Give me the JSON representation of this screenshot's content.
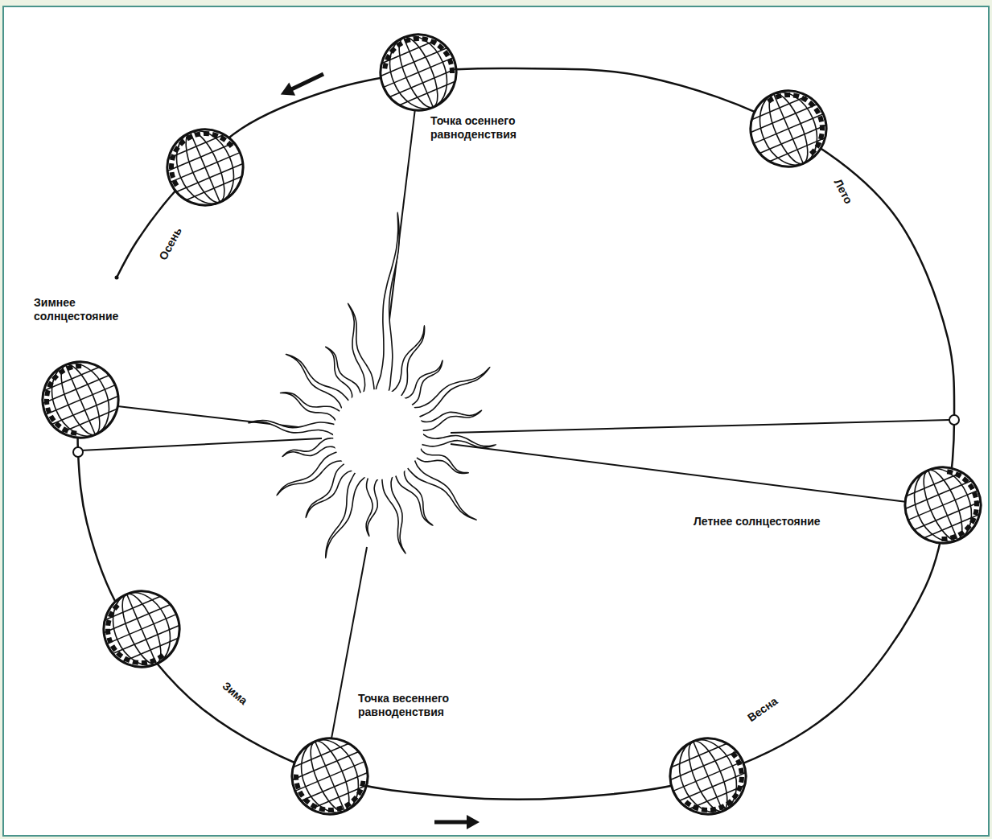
{
  "diagram": {
    "labels": [
      "Точка осеннего равноденствия",
      "Лето",
      "Осень",
      "Зимнее солнцестояние",
      "Летнее солнцестояние",
      "Зима",
      "Точка весеннего равноденствия",
      "Весна"
    ]
  }
}
